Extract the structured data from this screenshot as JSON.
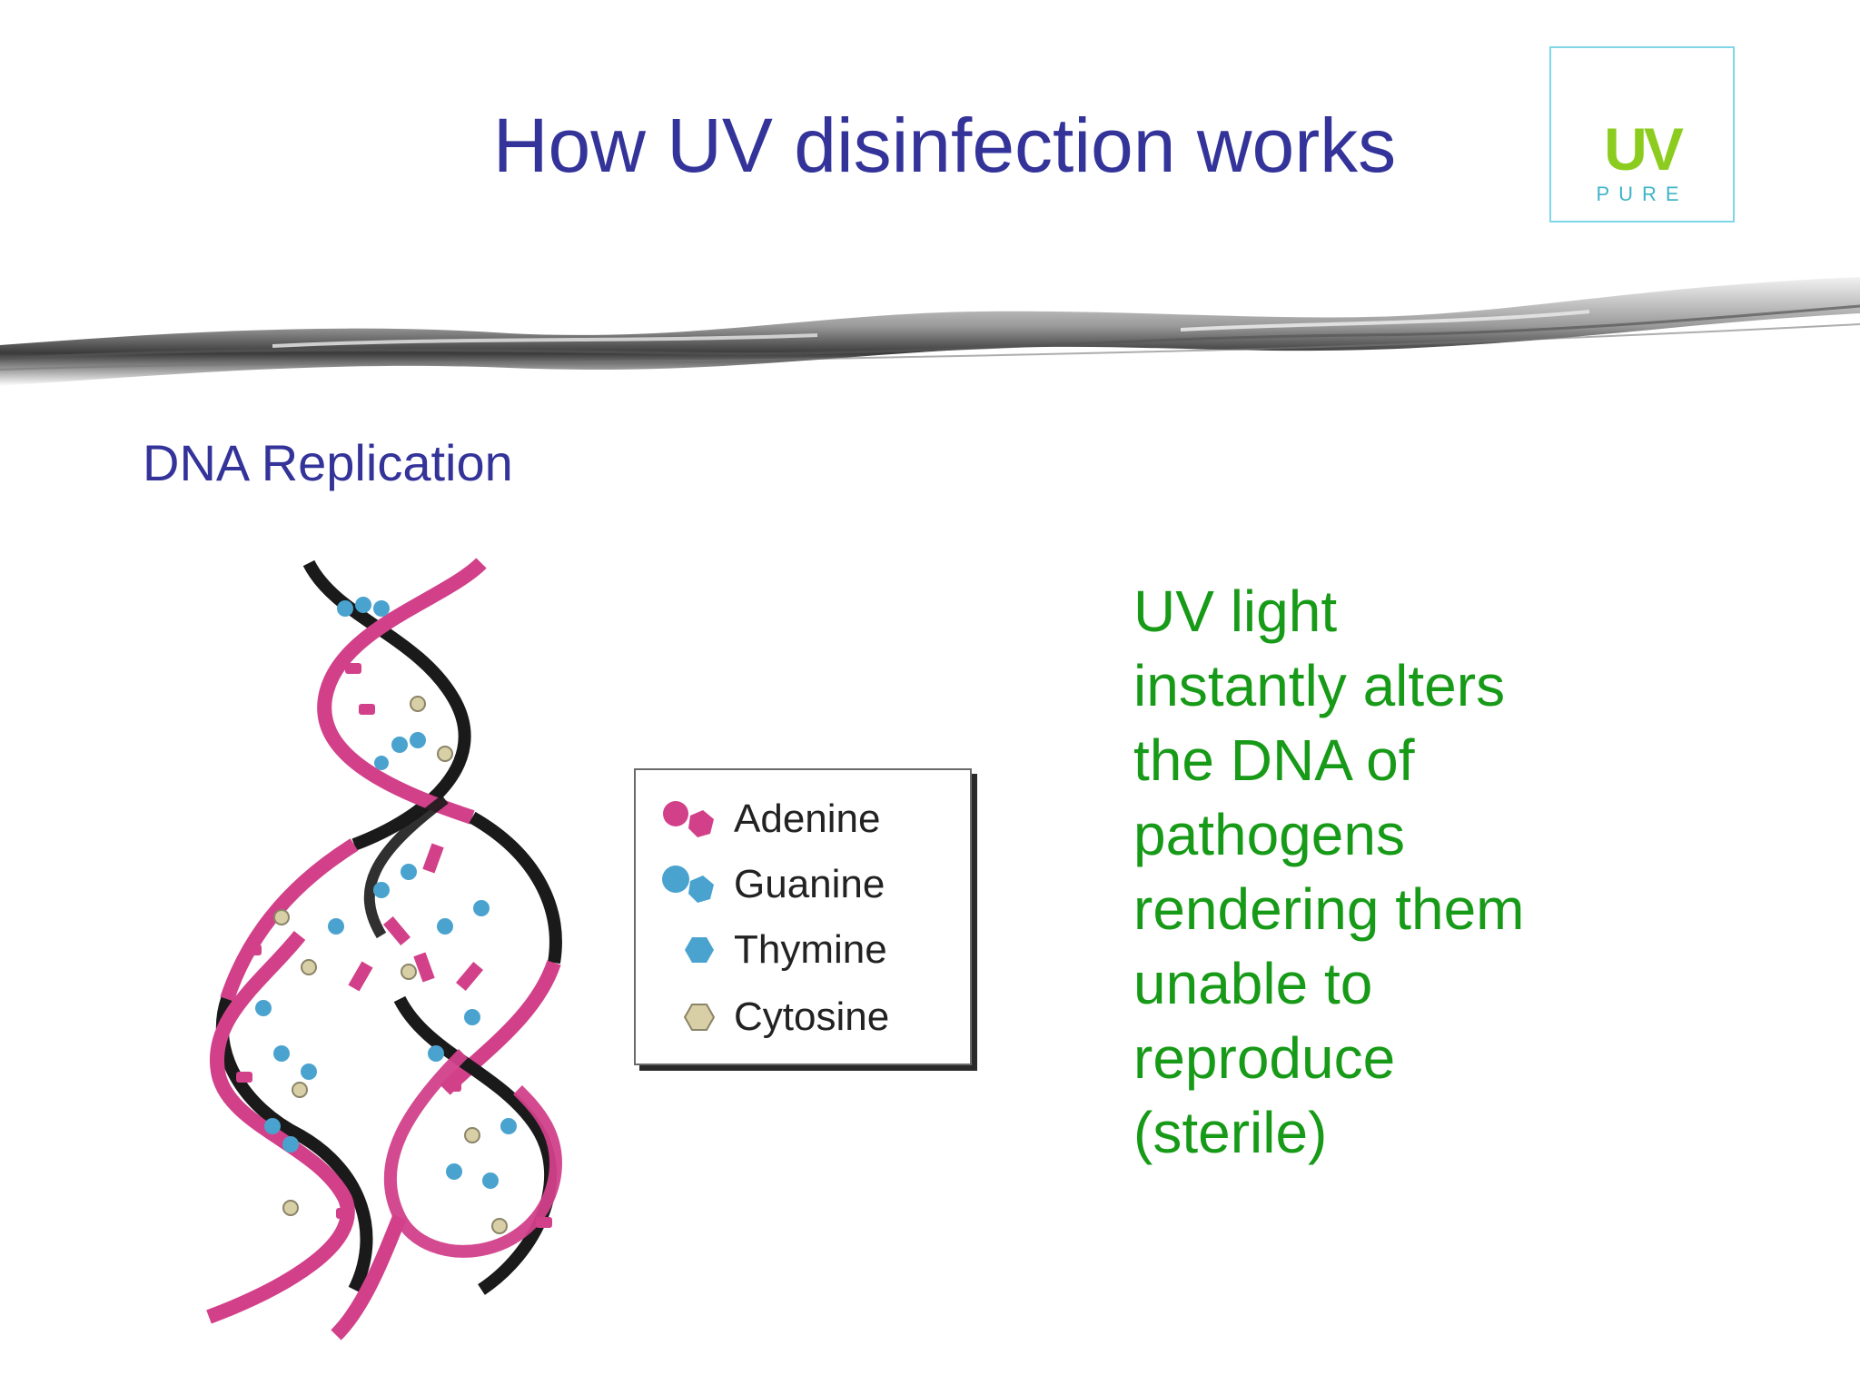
{
  "slide": {
    "title": "How UV disinfection works",
    "logo": {
      "brand": "UV",
      "sub": "PURE"
    },
    "subtitle": "DNA Replication",
    "legend": [
      {
        "label": "Adenine",
        "icon": "adenine-icon",
        "color": "#d2408a"
      },
      {
        "label": "Guanine",
        "icon": "guanine-icon",
        "color": "#4aa3cf"
      },
      {
        "label": "Thymine",
        "icon": "thymine-icon",
        "color": "#4aa3cf"
      },
      {
        "label": "Cytosine",
        "icon": "cytosine-icon",
        "color": "#d8cfa6"
      }
    ],
    "body_lines": [
      "UV light",
      "instantly alters",
      "the DNA of",
      "pathogens",
      "rendering them",
      "unable to",
      "reproduce",
      "(sterile)"
    ]
  },
  "colors": {
    "title": "#33339a",
    "body": "#179a17",
    "strand_pink": "#d2408a",
    "strand_black": "#1a1a1a",
    "logo_green": "#8ccc1e",
    "logo_teal": "#3fb4c8"
  }
}
